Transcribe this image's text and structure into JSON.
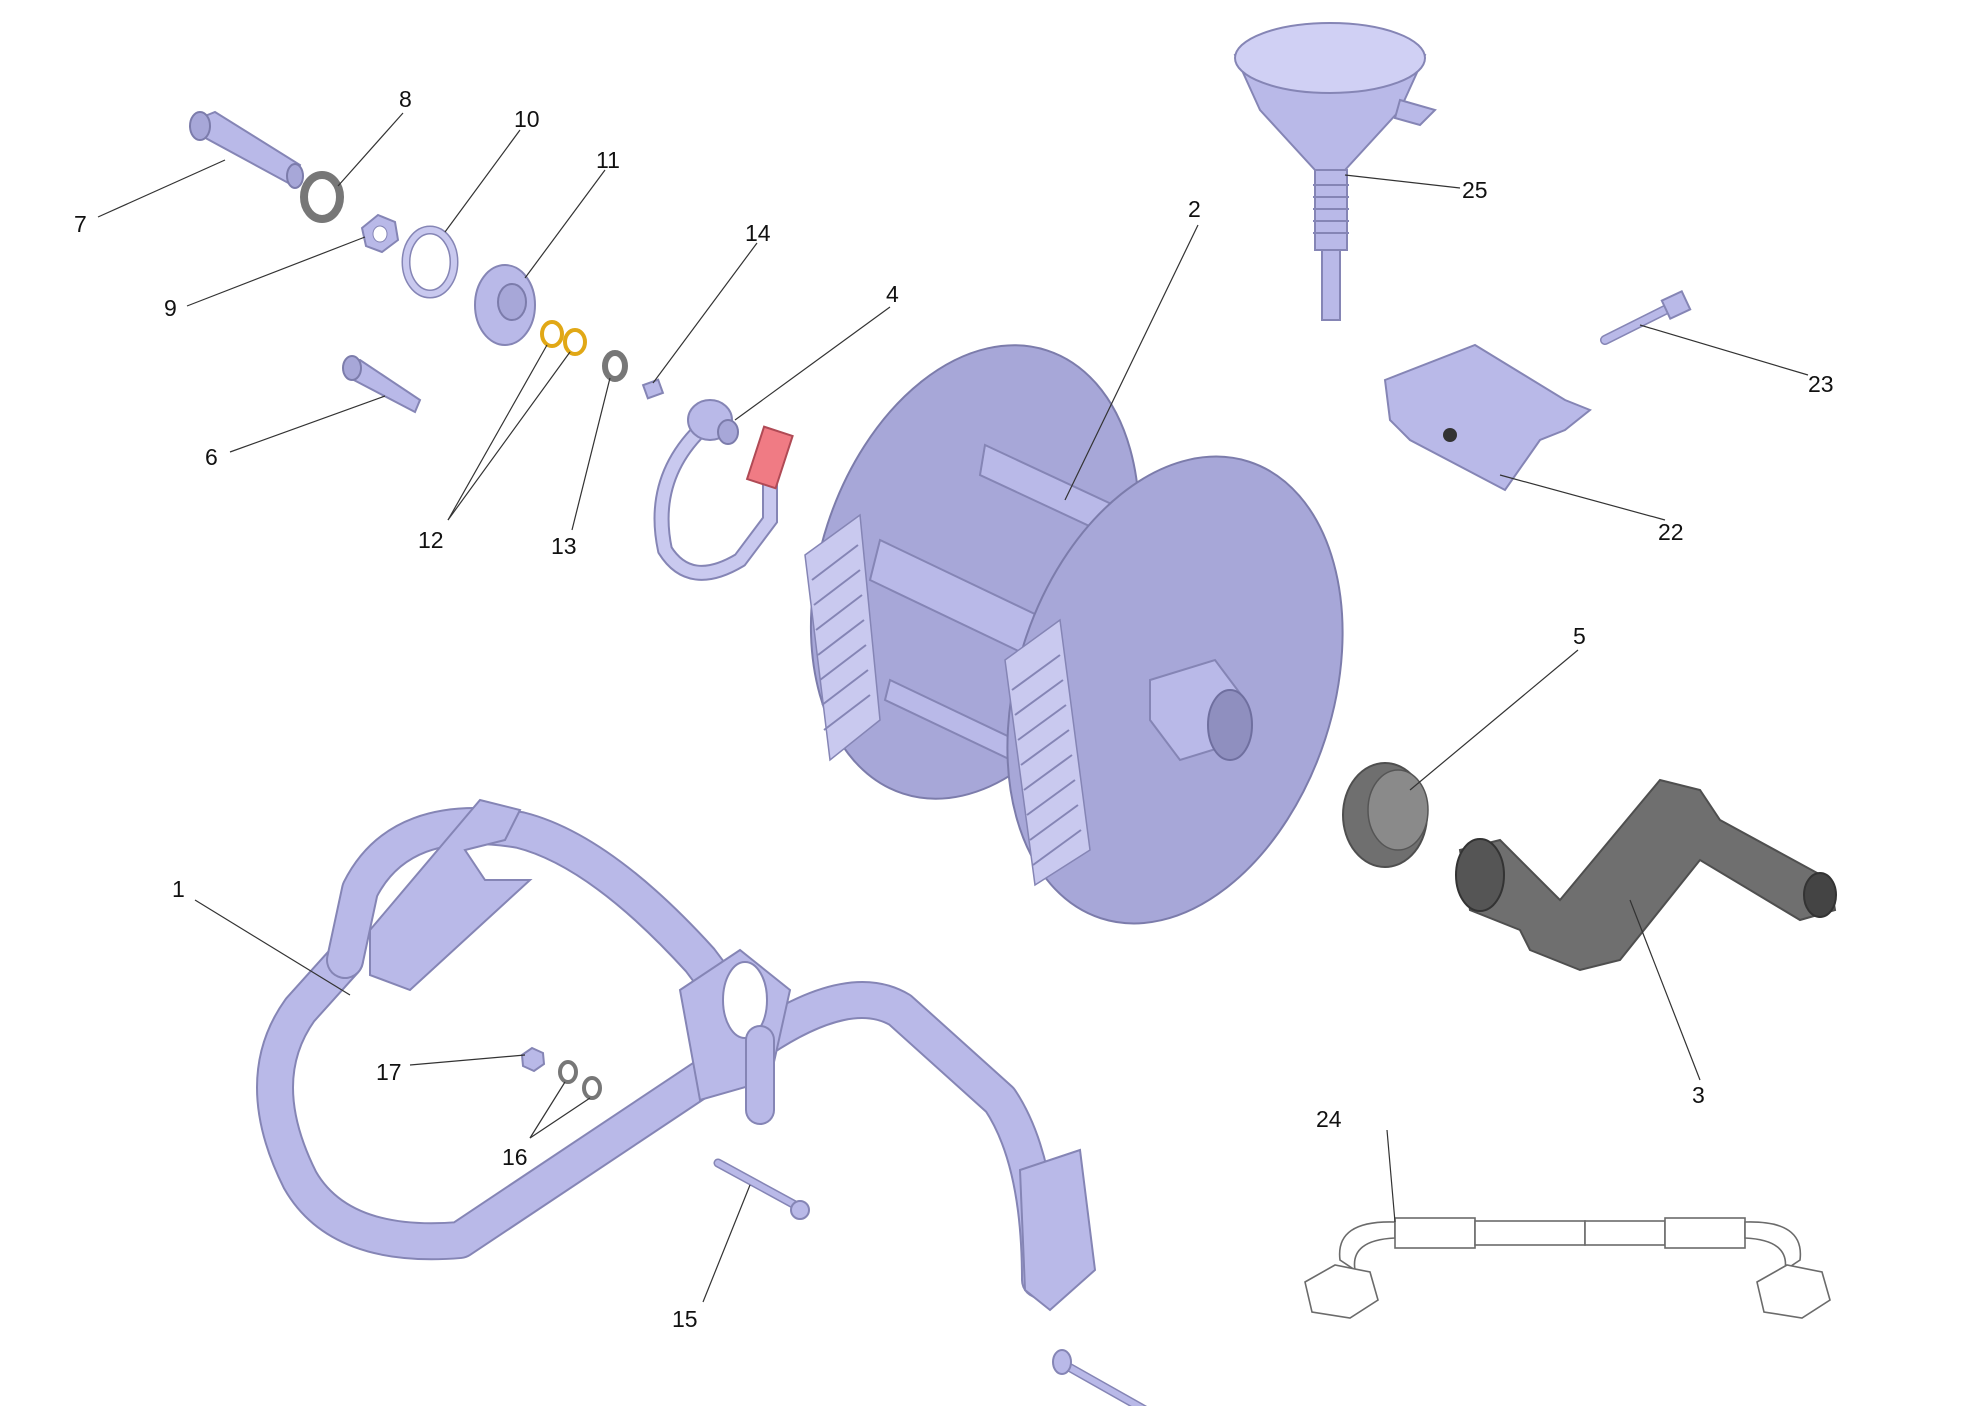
{
  "callouts": [
    {
      "id": "1",
      "label": "1"
    },
    {
      "id": "2",
      "label": "2"
    },
    {
      "id": "3",
      "label": "3"
    },
    {
      "id": "4",
      "label": "4"
    },
    {
      "id": "5",
      "label": "5"
    },
    {
      "id": "6",
      "label": "6"
    },
    {
      "id": "7",
      "label": "7"
    },
    {
      "id": "8",
      "label": "8"
    },
    {
      "id": "9",
      "label": "9"
    },
    {
      "id": "10",
      "label": "10"
    },
    {
      "id": "11",
      "label": "11"
    },
    {
      "id": "12",
      "label": "12"
    },
    {
      "id": "13",
      "label": "13"
    },
    {
      "id": "14",
      "label": "14"
    },
    {
      "id": "15",
      "label": "15"
    },
    {
      "id": "16",
      "label": "16"
    },
    {
      "id": "17",
      "label": "17"
    },
    {
      "id": "22",
      "label": "22"
    },
    {
      "id": "23",
      "label": "23"
    },
    {
      "id": "24",
      "label": "24"
    },
    {
      "id": "25",
      "label": "25"
    }
  ],
  "colors": {
    "part": "#b9b9e8",
    "part_edge": "#8585b5",
    "handle": "#6f6f6f",
    "fitting_red": "#f07b84",
    "seal_gold": "#e1a816"
  }
}
